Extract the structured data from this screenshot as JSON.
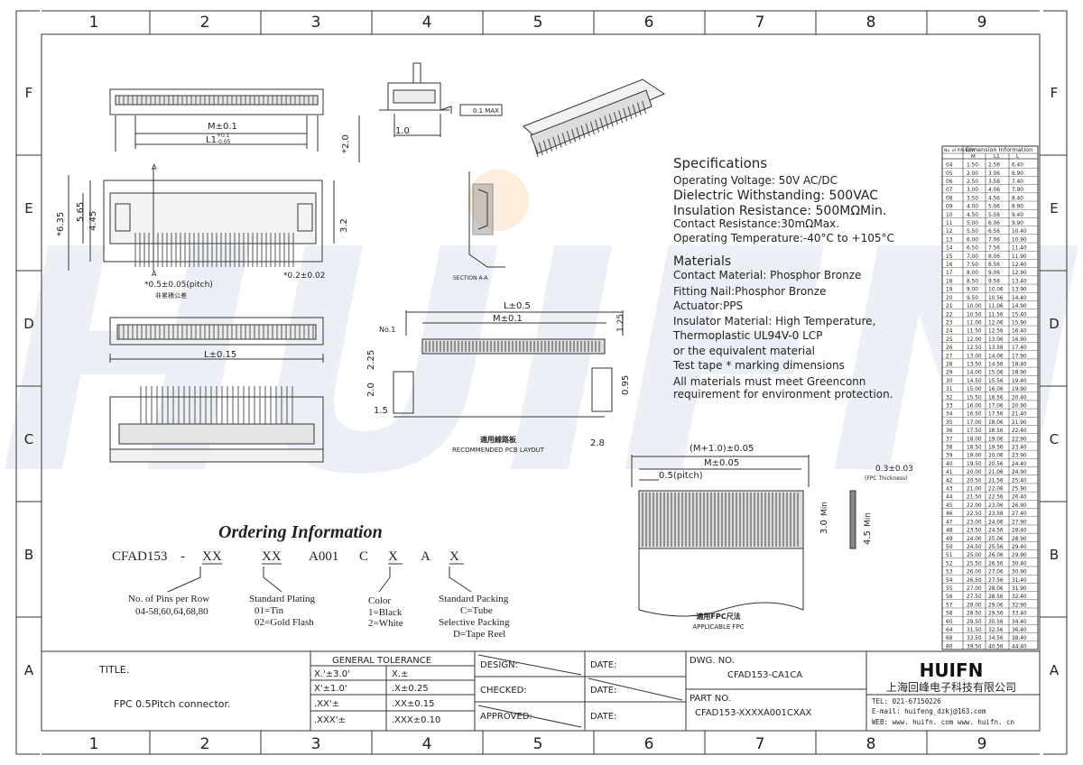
{
  "grid": {
    "columns": [
      "1",
      "2",
      "3",
      "4",
      "5",
      "6",
      "7",
      "8",
      "9"
    ],
    "rows": [
      "F",
      "E",
      "D",
      "C",
      "B",
      "A"
    ]
  },
  "watermark": "HUIFN",
  "dims": {
    "m_01": "M±0.1",
    "l1": "L1",
    "l1_tol_top": "+0.1",
    "l1_tol_bot": "-0.05",
    "h_20": "*2.0",
    "d_10": "1.0",
    "flatness": "0.1 MAX",
    "h_635": "*6.35",
    "h_565": "5.65",
    "h_445": "4.45",
    "h_32": "3.2",
    "pitch": "*0.5±0.05(pitch)",
    "pitch_note": "非累積公差",
    "pin_w": "*0.2±0.02",
    "section_label": "A",
    "l_015": "L±0.15",
    "section_aa": "SECTION A-A",
    "pcb_l": "L±0.5",
    "pcb_m": "M±0.1",
    "pcb_125": "1.25",
    "pcb_no1": "No.1",
    "pcb_225": "2.25",
    "pcb_20": "2.0",
    "pcb_095": "0.95",
    "pcb_15": "1.5",
    "pcb_28": "2.8",
    "pcb_title_cn": "適用線路板",
    "pcb_title_en": "RECOMMENDED PCB LAYOUT",
    "fpc_m1": "(M+1.0)±0.05",
    "fpc_m": "M±0.05",
    "fpc_pitch": "0.5(pitch)",
    "fpc_30": "3.0",
    "fpc_45": "4.5",
    "fpc_min": "Min",
    "fpc_thk": "0.3±0.03",
    "fpc_thk_note": "(FPC Thickness)",
    "fpc_title_cn": "適用FPC尺法",
    "fpc_title_en": "APPLICABLE FPC"
  },
  "specifications": {
    "heading": "Specifications",
    "lines": [
      "Operating Voltage: 50V AC/DC",
      "Dielectric Withstanding: 500VAC",
      "Insulation Resistance:  500MΩMin.",
      "Contact Resistance:30mΩMax.",
      "Operating Temperature:-40°C to +105°C"
    ]
  },
  "materials": {
    "heading": "Materials",
    "lines": [
      "Contact Material: Phosphor Bronze",
      "Fitting Nail:Phosphor Bronze",
      "Actuator:PPS",
      "Insulator Material: High Temperature,",
      "Thermoplastic UL94V-0 LCP",
      "or the equivalent material",
      "Test tape * marking dimensions",
      "All materials must meet Greenconn",
      "requirement for environment protection."
    ]
  },
  "dimension_table": {
    "header_pins": "No. of PIN/ROW",
    "header_group": "Dimension Information",
    "col_m": "M",
    "col_l1": "L1",
    "col_l": "L",
    "rows": [
      [
        "04",
        "1.50",
        "2.56",
        "6.40"
      ],
      [
        "05",
        "2.00",
        "3.06",
        "6.90"
      ],
      [
        "06",
        "2.50",
        "3.56",
        "7.40"
      ],
      [
        "07",
        "3.00",
        "4.06",
        "7.90"
      ],
      [
        "08",
        "3.50",
        "4.56",
        "8.40"
      ],
      [
        "09",
        "4.00",
        "5.06",
        "8.90"
      ],
      [
        "10",
        "4.50",
        "5.56",
        "9.40"
      ],
      [
        "11",
        "5.00",
        "6.06",
        "9.90"
      ],
      [
        "12",
        "5.50",
        "6.56",
        "10.40"
      ],
      [
        "13",
        "6.00",
        "7.06",
        "10.90"
      ],
      [
        "14",
        "6.50",
        "7.56",
        "11.40"
      ],
      [
        "15",
        "7.00",
        "8.06",
        "11.90"
      ],
      [
        "16",
        "7.50",
        "8.56",
        "12.40"
      ],
      [
        "17",
        "8.00",
        "9.06",
        "12.90"
      ],
      [
        "18",
        "8.50",
        "9.56",
        "13.40"
      ],
      [
        "19",
        "9.00",
        "10.06",
        "13.90"
      ],
      [
        "20",
        "9.50",
        "10.56",
        "14.40"
      ],
      [
        "21",
        "10.00",
        "11.06",
        "14.90"
      ],
      [
        "22",
        "10.50",
        "11.56",
        "15.40"
      ],
      [
        "23",
        "11.00",
        "12.06",
        "15.90"
      ],
      [
        "24",
        "11.50",
        "12.56",
        "16.40"
      ],
      [
        "25",
        "12.00",
        "13.06",
        "16.90"
      ],
      [
        "26",
        "12.50",
        "13.56",
        "17.40"
      ],
      [
        "27",
        "13.00",
        "14.06",
        "17.90"
      ],
      [
        "28",
        "13.50",
        "14.56",
        "18.40"
      ],
      [
        "29",
        "14.00",
        "15.06",
        "18.90"
      ],
      [
        "30",
        "14.50",
        "15.56",
        "19.40"
      ],
      [
        "31",
        "15.00",
        "16.06",
        "19.90"
      ],
      [
        "32",
        "15.50",
        "16.56",
        "20.40"
      ],
      [
        "33",
        "16.00",
        "17.06",
        "20.90"
      ],
      [
        "34",
        "16.50",
        "17.56",
        "21.40"
      ],
      [
        "35",
        "17.00",
        "18.06",
        "21.90"
      ],
      [
        "36",
        "17.50",
        "18.56",
        "22.40"
      ],
      [
        "37",
        "18.00",
        "19.06",
        "22.90"
      ],
      [
        "38",
        "18.50",
        "19.56",
        "23.40"
      ],
      [
        "39",
        "19.00",
        "20.06",
        "23.90"
      ],
      [
        "40",
        "19.50",
        "20.56",
        "24.40"
      ],
      [
        "41",
        "20.00",
        "21.06",
        "24.90"
      ],
      [
        "42",
        "20.50",
        "21.56",
        "25.40"
      ],
      [
        "43",
        "21.00",
        "22.06",
        "25.90"
      ],
      [
        "44",
        "21.50",
        "22.56",
        "26.40"
      ],
      [
        "45",
        "22.00",
        "23.06",
        "26.90"
      ],
      [
        "46",
        "22.50",
        "23.56",
        "27.40"
      ],
      [
        "47",
        "23.00",
        "24.06",
        "27.90"
      ],
      [
        "48",
        "23.50",
        "24.56",
        "28.40"
      ],
      [
        "49",
        "24.00",
        "25.06",
        "28.90"
      ],
      [
        "50",
        "24.50",
        "25.56",
        "29.40"
      ],
      [
        "51",
        "25.00",
        "26.06",
        "29.90"
      ],
      [
        "52",
        "25.50",
        "26.56",
        "30.40"
      ],
      [
        "53",
        "26.00",
        "27.06",
        "30.90"
      ],
      [
        "54",
        "26.50",
        "27.56",
        "31.40"
      ],
      [
        "55",
        "27.00",
        "28.06",
        "31.90"
      ],
      [
        "56",
        "27.50",
        "28.56",
        "32.40"
      ],
      [
        "57",
        "28.00",
        "29.06",
        "32.90"
      ],
      [
        "58",
        "28.50",
        "29.56",
        "33.40"
      ],
      [
        "60",
        "29.50",
        "30.56",
        "34.40"
      ],
      [
        "64",
        "31.50",
        "32.56",
        "36.40"
      ],
      [
        "68",
        "33.50",
        "34.56",
        "38.40"
      ],
      [
        "80",
        "39.50",
        "40.56",
        "44.40"
      ]
    ]
  },
  "ordering": {
    "title": "Ordering Information",
    "codes": [
      "CFAD153",
      "-",
      "XX",
      "XX",
      "A001",
      "C",
      "X",
      "A",
      "X"
    ],
    "pins_title": "No. of Pins per Row",
    "pins_values": "04-58,60,64,68,80",
    "plating_title": "Standard Plating",
    "plating_opts": [
      "01=Tin",
      "02=Gold Flash"
    ],
    "color_title": "Color",
    "color_opts": [
      "1=Black",
      "2=White"
    ],
    "packing_title": "Standard Packing",
    "packing_opts": [
      "C=Tube",
      "Selective Packing",
      "D=Tape Reel"
    ]
  },
  "title_block": {
    "title_label": "TITLE.",
    "title_value": "FPC 0.5Pitch connector.",
    "tolerance_header": "GENERAL  TOLERANCE",
    "tol_left": [
      "X.'±3.0'",
      "X'±1.0'",
      ".XX'±",
      ".XXX'±"
    ],
    "tol_right": [
      "X.±",
      ".X±0.25",
      ".XX±0.15",
      ".XXX±0.10"
    ],
    "design_label": "DESIGN:",
    "checked_label": "CHECKED:",
    "approved_label": "APPROVED:",
    "date_label": "DATE:",
    "dwg_label": "DWG. NO.",
    "dwg_value": "CFAD153-CA1CA",
    "part_label": "PART NO.",
    "part_value": "CFAD153-XXXXA001CXAX",
    "brand_logo": "HUIFN",
    "company_cn": "上海回峰电子科技有限公司",
    "tel": "TEL: 021-67150226",
    "email": "E-mail: huifeng_dzkj@163.com",
    "web": "WEB: www. huifn. com   www. huifn. cn"
  }
}
